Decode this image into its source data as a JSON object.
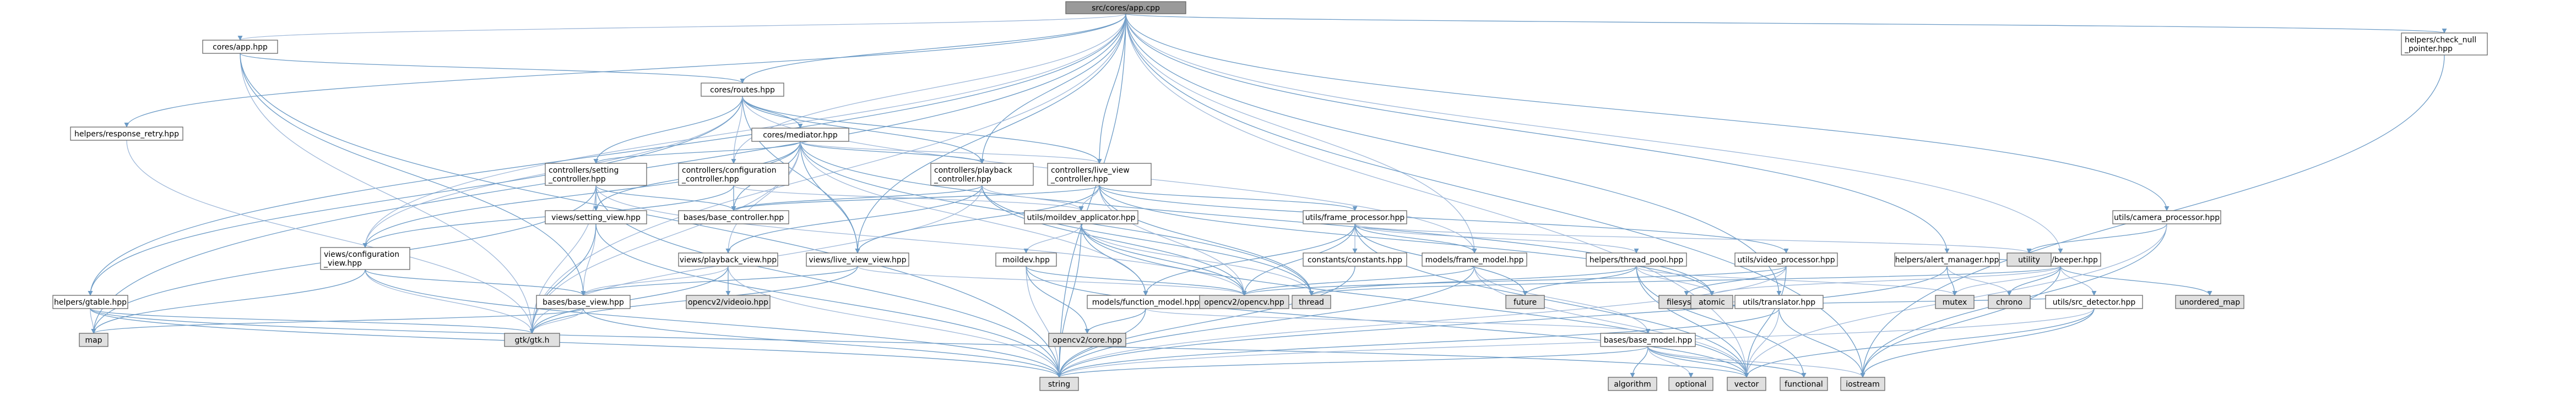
{
  "colors": {
    "root_fill": "#9a9a9a",
    "local_fill": "#ffffff",
    "header_fill": "#ffffff",
    "missing_fill": "#e0e0e0",
    "highlight_stroke": "#e8464a",
    "edge_main": "#6c9bc6",
    "edge_alt": "#9fb8d9"
  },
  "nodes": [
    {
      "id": "root",
      "label": "src/cores/app.cpp",
      "kind": "root"
    },
    {
      "id": "cores_app",
      "label": "cores/app.hpp",
      "kind": "local"
    },
    {
      "id": "helpers_response_retry",
      "label": "helpers/response_retry.hpp",
      "kind": "local"
    },
    {
      "id": "cores_routes",
      "label": "cores/routes.hpp",
      "kind": "local"
    },
    {
      "id": "cores_mediator",
      "label": "cores/mediator.hpp",
      "kind": "highlight"
    },
    {
      "id": "controllers_setting",
      "label": "controllers/setting\n_controller.hpp",
      "kind": "highlight"
    },
    {
      "id": "controllers_configuration",
      "label": "controllers/configuration\n_controller.hpp",
      "kind": "local"
    },
    {
      "id": "controllers_playback",
      "label": "controllers/playback\n_controller.hpp",
      "kind": "local"
    },
    {
      "id": "controllers_live_view",
      "label": "controllers/live_view\n_controller.hpp",
      "kind": "local"
    },
    {
      "id": "views_setting_view",
      "label": "views/setting_view.hpp",
      "kind": "highlight"
    },
    {
      "id": "bases_base_controller",
      "label": "bases/base_controller.hpp",
      "kind": "local"
    },
    {
      "id": "utils_moildev_applicator",
      "label": "utils/moildev_applicator.hpp",
      "kind": "local"
    },
    {
      "id": "utils_frame_processor",
      "label": "utils/frame_processor.hpp",
      "kind": "local"
    },
    {
      "id": "views_configuration_view",
      "label": "views/configuration\n_view.hpp",
      "kind": "local"
    },
    {
      "id": "views_playback_view",
      "label": "views/playback_view.hpp",
      "kind": "local"
    },
    {
      "id": "views_live_view_view",
      "label": "views/live_view_view.hpp",
      "kind": "local"
    },
    {
      "id": "moildev",
      "label": "moildev.hpp",
      "kind": "highlight"
    },
    {
      "id": "constants",
      "label": "constants/constants.hpp",
      "kind": "highlight"
    },
    {
      "id": "models_frame_model",
      "label": "models/frame_model.hpp",
      "kind": "local"
    },
    {
      "id": "helpers_thread_pool",
      "label": "helpers/thread_pool.hpp",
      "kind": "highlight"
    },
    {
      "id": "utils_video_processor",
      "label": "utils/video_processor.hpp",
      "kind": "local"
    },
    {
      "id": "helpers_alert_manager",
      "label": "helpers/alert_manager.hpp",
      "kind": "local"
    },
    {
      "id": "helpers_beeper",
      "label": "helpers/beeper.hpp",
      "kind": "local"
    },
    {
      "id": "utils_camera_processor",
      "label": "utils/camera_processor.hpp",
      "kind": "local"
    },
    {
      "id": "helpers_check_null",
      "label": "helpers/check_null\n_pointer.hpp",
      "kind": "local"
    },
    {
      "id": "helpers_gtable",
      "label": "helpers/gtable.hpp",
      "kind": "local"
    },
    {
      "id": "bases_base_view",
      "label": "bases/base_view.hpp",
      "kind": "local"
    },
    {
      "id": "models_function_model",
      "label": "models/function_model.hpp",
      "kind": "local"
    },
    {
      "id": "utils_translator",
      "label": "utils/translator.hpp",
      "kind": "local"
    },
    {
      "id": "utils_src_detector",
      "label": "utils/src_detector.hpp",
      "kind": "local"
    },
    {
      "id": "bases_base_model",
      "label": "bases/base_model.hpp",
      "kind": "local"
    },
    {
      "id": "opencv2_video",
      "label": "opencv2/videoio.hpp",
      "kind": "missing"
    },
    {
      "id": "opencv2_opencv",
      "label": "opencv2/opencv.hpp",
      "kind": "missing"
    },
    {
      "id": "thread",
      "label": "thread",
      "kind": "missing"
    },
    {
      "id": "future",
      "label": "future",
      "kind": "missing"
    },
    {
      "id": "filesystem",
      "label": "filesystem",
      "kind": "missing"
    },
    {
      "id": "atomic",
      "label": "atomic",
      "kind": "missing"
    },
    {
      "id": "utility",
      "label": "utility",
      "kind": "missing"
    },
    {
      "id": "mutex",
      "label": "mutex",
      "kind": "missing"
    },
    {
      "id": "chrono",
      "label": "chrono",
      "kind": "missing"
    },
    {
      "id": "unordered_map",
      "label": "unordered_map",
      "kind": "missing"
    },
    {
      "id": "map",
      "label": "map",
      "kind": "missing"
    },
    {
      "id": "gtk",
      "label": "gtk/gtk.h",
      "kind": "missing"
    },
    {
      "id": "opencv2_core",
      "label": "opencv2/core.hpp",
      "kind": "missing"
    },
    {
      "id": "string",
      "label": "string",
      "kind": "missing"
    },
    {
      "id": "algorithm",
      "label": "algorithm",
      "kind": "missing"
    },
    {
      "id": "optional",
      "label": "optional",
      "kind": "missing"
    },
    {
      "id": "vector",
      "label": "vector",
      "kind": "missing"
    },
    {
      "id": "functional",
      "label": "functional",
      "kind": "missing"
    },
    {
      "id": "iostream",
      "label": "iostream",
      "kind": "missing"
    }
  ],
  "edges": [
    [
      "root",
      "cores_app"
    ],
    [
      "root",
      "helpers_response_retry"
    ],
    [
      "root",
      "cores_routes"
    ],
    [
      "root",
      "controllers_configuration"
    ],
    [
      "root",
      "controllers_playback"
    ],
    [
      "root",
      "controllers_live_view"
    ],
    [
      "root",
      "views_configuration_view"
    ],
    [
      "root",
      "views_live_view_view"
    ],
    [
      "root",
      "helpers_gtable"
    ],
    [
      "root",
      "gtk"
    ],
    [
      "root",
      "map"
    ],
    [
      "root",
      "helpers_alert_manager"
    ],
    [
      "root",
      "helpers_beeper"
    ],
    [
      "root",
      "utils_camera_processor"
    ],
    [
      "root",
      "helpers_check_null"
    ],
    [
      "root",
      "models_frame_model"
    ],
    [
      "root",
      "utils_translator"
    ],
    [
      "root",
      "iostream"
    ],
    [
      "root",
      "vector"
    ],
    [
      "root",
      "string"
    ],
    [
      "cores_app",
      "cores_routes"
    ],
    [
      "cores_app",
      "gtk"
    ],
    [
      "cores_app",
      "bases_base_view"
    ],
    [
      "cores_app",
      "string"
    ],
    [
      "helpers_response_retry",
      "gtk"
    ],
    [
      "cores_routes",
      "cores_mediator"
    ],
    [
      "cores_routes",
      "controllers_setting"
    ],
    [
      "cores_routes",
      "controllers_configuration"
    ],
    [
      "cores_routes",
      "controllers_playback"
    ],
    [
      "cores_routes",
      "controllers_live_view"
    ],
    [
      "cores_routes",
      "views_configuration_view"
    ],
    [
      "cores_routes",
      "views_live_view_view"
    ],
    [
      "cores_routes",
      "helpers_gtable"
    ],
    [
      "cores_routes",
      "models_frame_model"
    ],
    [
      "cores_mediator",
      "controllers_setting"
    ],
    [
      "cores_mediator",
      "controllers_playback"
    ],
    [
      "cores_mediator",
      "controllers_live_view"
    ],
    [
      "cores_mediator",
      "views_setting_view"
    ],
    [
      "cores_mediator",
      "bases_base_controller"
    ],
    [
      "cores_mediator",
      "views_playback_view"
    ],
    [
      "cores_mediator",
      "views_live_view_view"
    ],
    [
      "cores_mediator",
      "views_configuration_view"
    ],
    [
      "cores_mediator",
      "models_function_model"
    ],
    [
      "cores_mediator",
      "thread"
    ],
    [
      "cores_mediator",
      "atomic"
    ],
    [
      "cores_mediator",
      "gtk"
    ],
    [
      "controllers_setting",
      "views_setting_view"
    ],
    [
      "controllers_setting",
      "bases_base_controller"
    ],
    [
      "controllers_setting",
      "gtk"
    ],
    [
      "controllers_setting",
      "map"
    ],
    [
      "controllers_setting",
      "string"
    ],
    [
      "controllers_setting",
      "opencv2_opencv"
    ],
    [
      "controllers_configuration",
      "bases_base_controller"
    ],
    [
      "controllers_configuration",
      "views_configuration_view"
    ],
    [
      "controllers_configuration",
      "utils_moildev_applicator"
    ],
    [
      "controllers_playback",
      "bases_base_controller"
    ],
    [
      "controllers_playback",
      "views_playback_view"
    ],
    [
      "controllers_playback",
      "utils_moildev_applicator"
    ],
    [
      "controllers_playback",
      "opencv2_opencv"
    ],
    [
      "controllers_playback",
      "thread"
    ],
    [
      "controllers_playback",
      "gtk"
    ],
    [
      "controllers_live_view",
      "bases_base_controller"
    ],
    [
      "controllers_live_view",
      "views_live_view_view"
    ],
    [
      "controllers_live_view",
      "utils_moildev_applicator"
    ],
    [
      "controllers_live_view",
      "utils_frame_processor"
    ],
    [
      "controllers_live_view",
      "utils_video_processor"
    ],
    [
      "controllers_live_view",
      "opencv2_opencv"
    ],
    [
      "controllers_live_view",
      "thread"
    ],
    [
      "controllers_live_view",
      "atomic"
    ],
    [
      "views_setting_view",
      "bases_base_view"
    ],
    [
      "views_setting_view",
      "gtk"
    ],
    [
      "views_setting_view",
      "string"
    ],
    [
      "utils_moildev_applicator",
      "moildev"
    ],
    [
      "utils_moildev_applicator",
      "models_function_model"
    ],
    [
      "utils_moildev_applicator",
      "opencv2_opencv"
    ],
    [
      "utils_moildev_applicator",
      "thread"
    ],
    [
      "utils_moildev_applicator",
      "string"
    ],
    [
      "utils_moildev_applicator",
      "vector"
    ],
    [
      "utils_frame_processor",
      "constants"
    ],
    [
      "utils_frame_processor",
      "models_frame_model"
    ],
    [
      "utils_frame_processor",
      "models_function_model"
    ],
    [
      "utils_frame_processor",
      "helpers_thread_pool"
    ],
    [
      "utils_frame_processor",
      "opencv2_opencv"
    ],
    [
      "utils_frame_processor",
      "future"
    ],
    [
      "utils_frame_processor",
      "utility"
    ],
    [
      "utils_frame_processor",
      "vector"
    ],
    [
      "views_configuration_view",
      "bases_base_view"
    ],
    [
      "views_configuration_view",
      "gtk"
    ],
    [
      "views_configuration_view",
      "map"
    ],
    [
      "views_configuration_view",
      "string"
    ],
    [
      "views_playback_view",
      "bases_base_view"
    ],
    [
      "views_playback_view",
      "opencv2_video"
    ],
    [
      "views_playback_view",
      "gtk"
    ],
    [
      "views_playback_view",
      "string"
    ],
    [
      "views_live_view_view",
      "bases_base_view"
    ],
    [
      "views_live_view_view",
      "gtk"
    ],
    [
      "views_live_view_view",
      "opencv2_opencv"
    ],
    [
      "moildev",
      "opencv2_opencv"
    ],
    [
      "moildev",
      "opencv2_core"
    ],
    [
      "moildev",
      "string"
    ],
    [
      "moildev",
      "vector"
    ],
    [
      "constants",
      "string"
    ],
    [
      "models_frame_model",
      "bases_base_model"
    ],
    [
      "models_frame_model",
      "opencv2_opencv"
    ],
    [
      "models_frame_model",
      "string"
    ],
    [
      "models_frame_model",
      "vector"
    ],
    [
      "helpers_thread_pool",
      "thread"
    ],
    [
      "helpers_thread_pool",
      "future"
    ],
    [
      "helpers_thread_pool",
      "mutex"
    ],
    [
      "helpers_thread_pool",
      "functional"
    ],
    [
      "helpers_thread_pool",
      "vector"
    ],
    [
      "helpers_thread_pool",
      "atomic"
    ],
    [
      "utils_video_processor",
      "filesystem"
    ],
    [
      "utils_video_processor",
      "opencv2_opencv"
    ],
    [
      "utils_video_processor",
      "string"
    ],
    [
      "utils_video_processor",
      "vector"
    ],
    [
      "helpers_alert_manager",
      "helpers_beeper"
    ],
    [
      "helpers_alert_manager",
      "chrono"
    ],
    [
      "helpers_alert_manager",
      "mutex"
    ],
    [
      "helpers_alert_manager",
      "string"
    ],
    [
      "helpers_beeper",
      "utils_src_detector"
    ],
    [
      "helpers_beeper",
      "unordered_map"
    ],
    [
      "helpers_beeper",
      "chrono"
    ],
    [
      "helpers_beeper",
      "mutex"
    ],
    [
      "helpers_beeper",
      "thread"
    ],
    [
      "helpers_beeper",
      "iostream"
    ],
    [
      "helpers_beeper",
      "atomic"
    ],
    [
      "utils_camera_processor",
      "utility"
    ],
    [
      "utils_camera_processor",
      "iostream"
    ],
    [
      "utils_camera_processor",
      "vector"
    ],
    [
      "helpers_check_null",
      "iostream"
    ],
    [
      "helpers_gtable",
      "gtk"
    ],
    [
      "helpers_gtable",
      "map"
    ],
    [
      "helpers_gtable",
      "string"
    ],
    [
      "helpers_gtable",
      "vector"
    ],
    [
      "bases_base_view",
      "gtk"
    ],
    [
      "bases_base_view",
      "map"
    ],
    [
      "bases_base_view",
      "string"
    ],
    [
      "models_function_model",
      "bases_base_model"
    ],
    [
      "models_function_model",
      "opencv2_core"
    ],
    [
      "models_function_model",
      "string"
    ],
    [
      "utils_translator",
      "filesystem"
    ],
    [
      "utils_translator",
      "iostream"
    ],
    [
      "utils_translator",
      "string"
    ],
    [
      "utils_translator",
      "vector"
    ],
    [
      "utils_src_detector",
      "filesystem"
    ],
    [
      "utils_src_detector",
      "iostream"
    ],
    [
      "utils_src_detector",
      "string"
    ],
    [
      "utils_src_detector",
      "vector"
    ],
    [
      "bases_base_model",
      "algorithm"
    ],
    [
      "bases_base_model",
      "optional"
    ],
    [
      "bases_base_model",
      "vector"
    ],
    [
      "bases_base_model",
      "functional"
    ],
    [
      "bases_base_model",
      "iostream"
    ],
    [
      "bases_base_model",
      "string"
    ]
  ]
}
